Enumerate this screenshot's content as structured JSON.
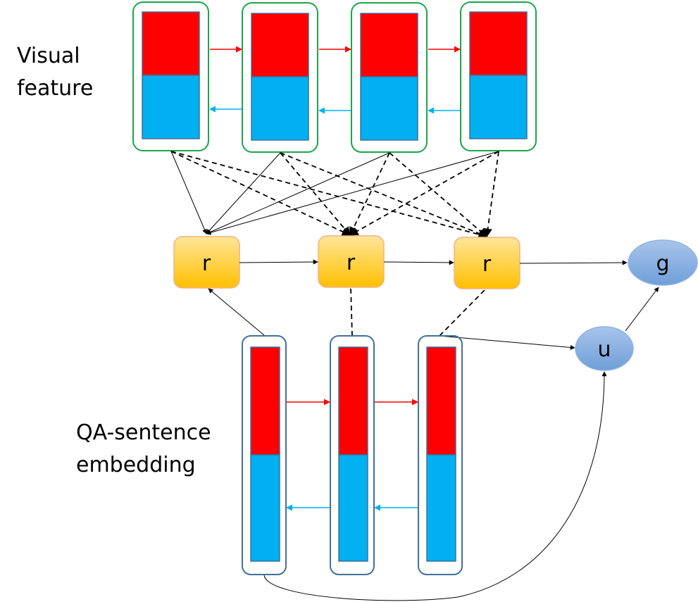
{
  "labels": {
    "visual_line1": "Visual",
    "visual_line2": "feature",
    "qa_line1": "QA-sentence",
    "qa_line2": "embedding"
  },
  "nodes": {
    "r1": "r",
    "r2": "r",
    "r3": "r",
    "g": "g",
    "u": "u"
  },
  "colors": {
    "forward": "#ff0000",
    "backward": "#00b0f0",
    "visual_border": "#1aa64a",
    "qa_border": "#41719c",
    "r_fill": "#ffd966",
    "r_border": "#f4b183",
    "ellipse_fill": "#8eb4e3"
  }
}
